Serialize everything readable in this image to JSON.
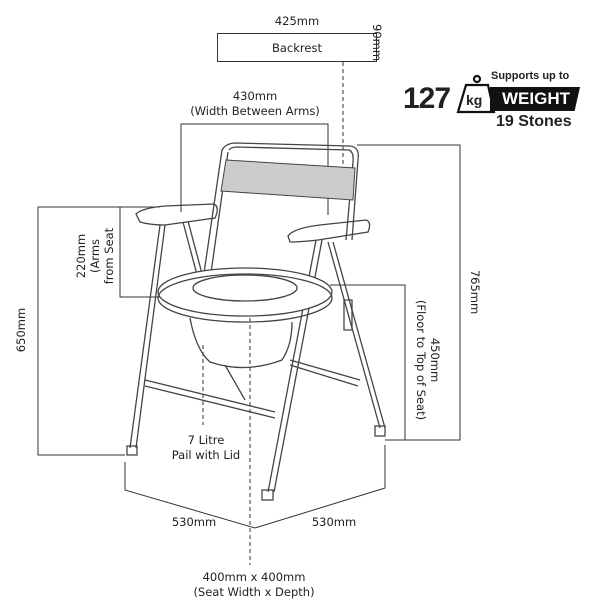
{
  "backrest": {
    "width_label": "425mm",
    "label": "Backrest",
    "height_label": "90mm"
  },
  "arms": {
    "width_label": "430mm",
    "width_desc": "(Width Between Arms)",
    "height_label": "220mm",
    "height_desc_1": "(Arms",
    "height_desc_2": "from Seat"
  },
  "overall_height": {
    "left_label": "650mm",
    "right_label": "765mm"
  },
  "seat_height": {
    "label": "450mm",
    "desc": "(Floor to Top of Seat)"
  },
  "pail": {
    "line1": "7 Litre",
    "line2": "Pail with Lid"
  },
  "base": {
    "left_label": "530mm",
    "right_label": "530mm"
  },
  "seat": {
    "size": "400mm x 400mm",
    "desc": "(Seat Width x Depth)"
  },
  "badge": {
    "number": "127",
    "unit": "kg",
    "top": "Supports up to",
    "weight": "WEIGHT",
    "stones": "19 Stones"
  }
}
